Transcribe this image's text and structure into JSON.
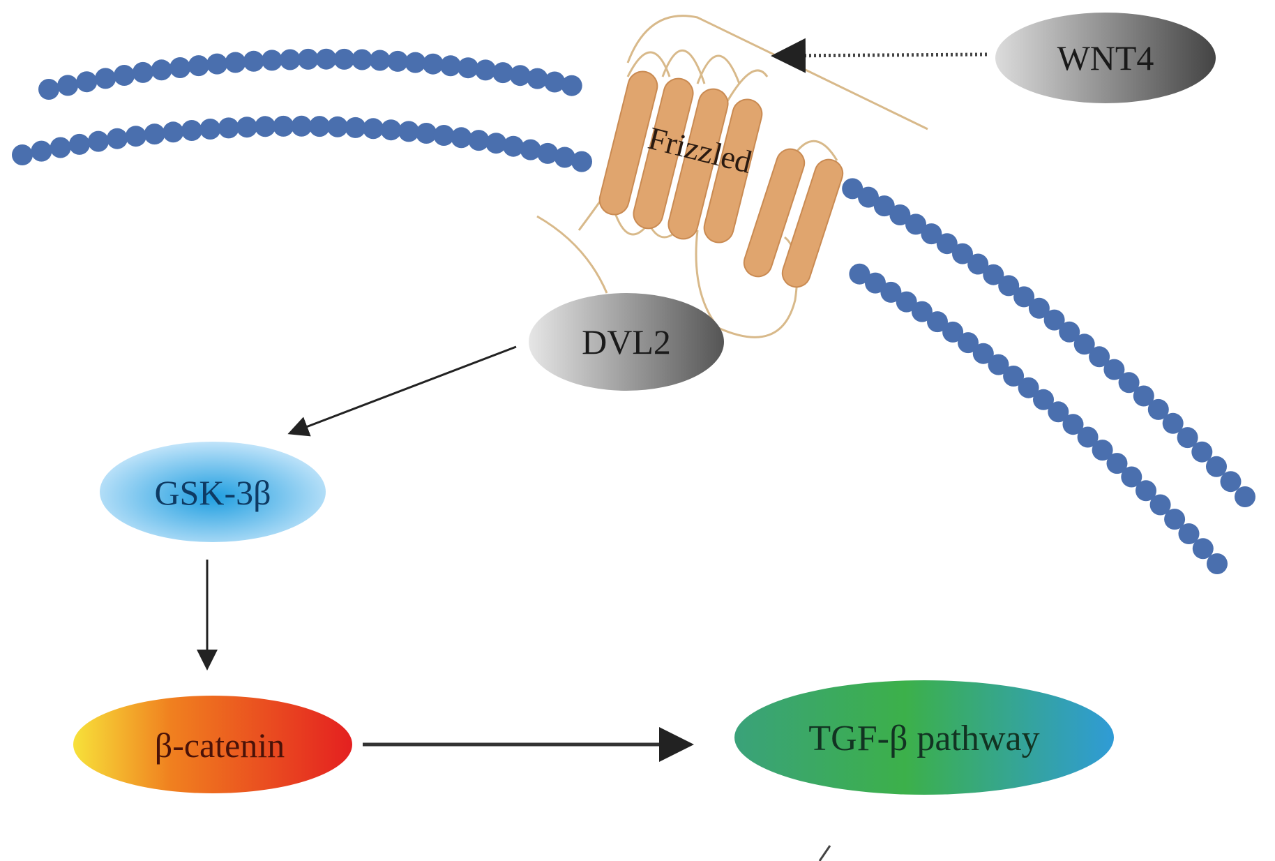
{
  "diagram": {
    "nodes": {
      "wnt4": {
        "label": "WNT4",
        "gradient": [
          "#dcdcdc",
          "#444444"
        ]
      },
      "frizzled": {
        "label": "Frizzled",
        "color": "#e0a56e"
      },
      "dvl2": {
        "label": "DVL2",
        "gradient": [
          "#e6e6e6",
          "#555555"
        ]
      },
      "gsk3b": {
        "label": "GSK-3β",
        "gradient": [
          "#d6eefc",
          "#1f9ee0"
        ]
      },
      "beta_catenin": {
        "label": "β-catenin",
        "gradient": [
          "#f7e13a",
          "#e42020"
        ]
      },
      "tgf_beta": {
        "label": "TGF-β pathway",
        "gradient": [
          "#31a86a",
          "#2f9bd6"
        ]
      }
    },
    "edges": [
      {
        "from": "WNT4",
        "to": "Frizzled",
        "style": "dotted"
      },
      {
        "from": "DVL2",
        "to": "GSK-3β",
        "style": "solid"
      },
      {
        "from": "GSK-3β",
        "to": "β-catenin",
        "style": "solid"
      },
      {
        "from": "β-catenin",
        "to": "TGF-β pathway",
        "style": "solid"
      }
    ],
    "colors": {
      "membrane": "#4a6fae",
      "receptor": "#e0a56e",
      "receptor_outline": "#d8b98a",
      "arrow": "#222222"
    }
  }
}
